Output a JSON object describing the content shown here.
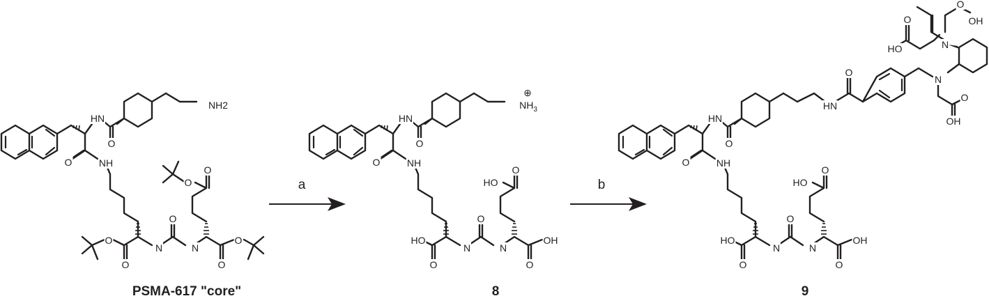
{
  "scheme": {
    "compounds": [
      {
        "id": "psma617-core",
        "caption": "PSMA-617 \"core\"",
        "atom_labels": {
          "amine": "NH2",
          "amide_nh_top": "HN",
          "amide_o_top": "O",
          "amide_o_mid": "O",
          "amide_nh_mid": "NH",
          "ester_o_top": "O",
          "ester_oc_top": "O",
          "urea_o": "O",
          "ester_o_left": "O",
          "urea_nh_left": "N",
          "urea_nh_right": "N",
          "ester_o_right": "O",
          "ester_oc_left": "O",
          "ester_oc_right": "O"
        }
      },
      {
        "id": "compound-8",
        "caption": "8",
        "atom_labels": {
          "ammonium": "NH3",
          "charge": "⊕",
          "amide_nh_top": "HN",
          "amide_o_top": "O",
          "amide_o_mid": "O",
          "amide_nh_mid": "NH",
          "acid_top": "HO",
          "acid_o_top": "O",
          "urea_o": "O",
          "acid_left": "HO",
          "urea_nh_left": "N",
          "urea_nh_right": "N",
          "acid_right": "OH",
          "acid_o_left": "O",
          "acid_o_right": "O"
        }
      },
      {
        "id": "compound-9",
        "caption": "9",
        "atom_labels": {
          "amide_nh_top": "HN",
          "amide_o_top": "O",
          "linker_nh": "HN",
          "linker_o": "O",
          "amine_n_top": "N",
          "amine_n_mid": "N",
          "acid_top_right": "OH",
          "acid_top_o": "O",
          "acid_left_o": "O",
          "acid_left_ho": "HO",
          "acid_mid_o": "O",
          "acid_mid_oh": "OH",
          "amide_o_mid": "O",
          "amide_nh_mid": "NH",
          "acid_top": "HO",
          "acid_o_top": "O",
          "urea_o": "O",
          "acid_left": "HO",
          "urea_nh_left": "N",
          "urea_nh_right": "N",
          "acid_right": "OH",
          "acid_o_left": "O",
          "acid_o_right": "O"
        }
      }
    ],
    "steps": [
      {
        "id": "step-a",
        "label": "a"
      },
      {
        "id": "step-b",
        "label": "b"
      }
    ]
  }
}
